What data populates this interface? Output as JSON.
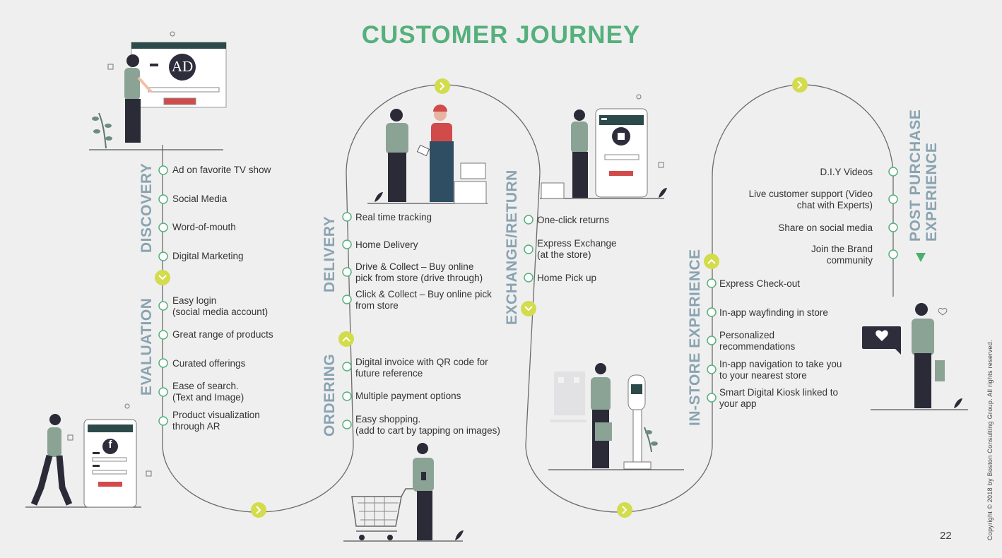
{
  "title": "CUSTOMER JOURNEY",
  "accent_color": "#55b07c",
  "node_color": "#d2dc4c",
  "stages": {
    "discovery": "DISCOVERY",
    "evaluation": "EVALUATION",
    "delivery": "DELIVERY",
    "ordering": "ORDERING",
    "exchange": "EXCHANGE/RETURN",
    "instore": "IN-STORE EXPERIENCE",
    "post_line1": "POST PURCHASE",
    "post_line2": "EXPERIENCE"
  },
  "discovery_items": [
    "Ad on favorite TV show",
    "Social Media",
    "Word-of-mouth",
    "Digital Marketing"
  ],
  "evaluation_items": [
    "Easy login\n(social media account)",
    "Great range of products",
    "Curated offerings",
    "Ease of search.\n(Text and Image)",
    "Product visualization\nthrough AR"
  ],
  "ordering_items": [
    "Digital invoice with QR code for\nfuture reference",
    "Multiple payment options",
    "Easy shopping.\n(add to cart by tapping on images)"
  ],
  "delivery_items": [
    "Real time tracking",
    "Home Delivery",
    "Drive & Collect – Buy online\npick from store (drive through)",
    "Click & Collect – Buy online pick\nfrom store"
  ],
  "exchange_items": [
    "One-click returns",
    "Express Exchange\n(at the store)",
    "Home Pick up"
  ],
  "instore_items": [
    "Express Check-out",
    "In-app wayfinding in store",
    "Personalized\nrecommendations",
    "In-app navigation to take you\nto your nearest store",
    "Smart Digital Kiosk linked to\nyour app"
  ],
  "post_items": [
    "D.I.Y Videos",
    "Live customer support (Video\nchat with Experts)",
    "Share on social media",
    "Join the Brand\ncommunity"
  ],
  "ad_badge": "AD",
  "facebook_badge": "f",
  "page_number": "22",
  "copyright": "Copyright © 2018 by Boston Consulting Group. All rights reserved."
}
